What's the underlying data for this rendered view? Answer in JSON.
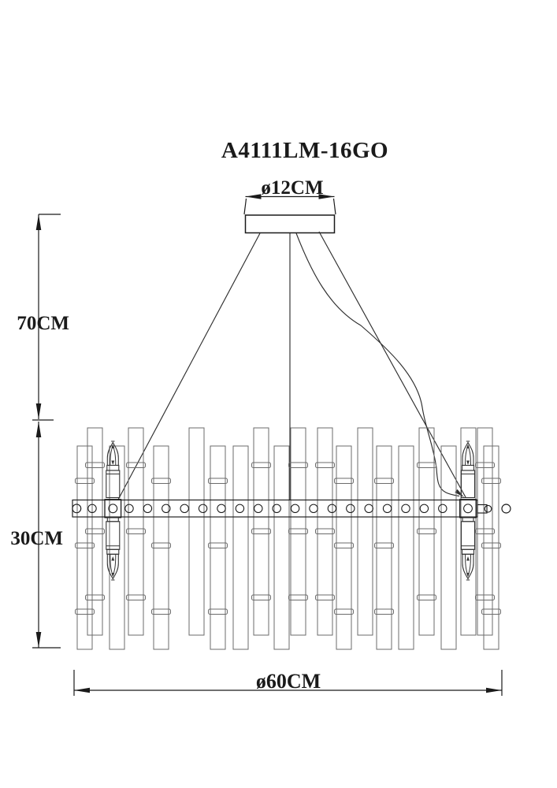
{
  "title": "A4111LM-16GO",
  "dimensions": {
    "canopy_diameter": "ø12CM",
    "suspension_height": "70CM",
    "body_height": "30CM",
    "body_diameter": "ø60CM"
  },
  "colors": {
    "line_heavy": "#1a1a1a",
    "line_medium": "#333333",
    "line_slat": "#6b6b6b",
    "background": "#ffffff"
  }
}
